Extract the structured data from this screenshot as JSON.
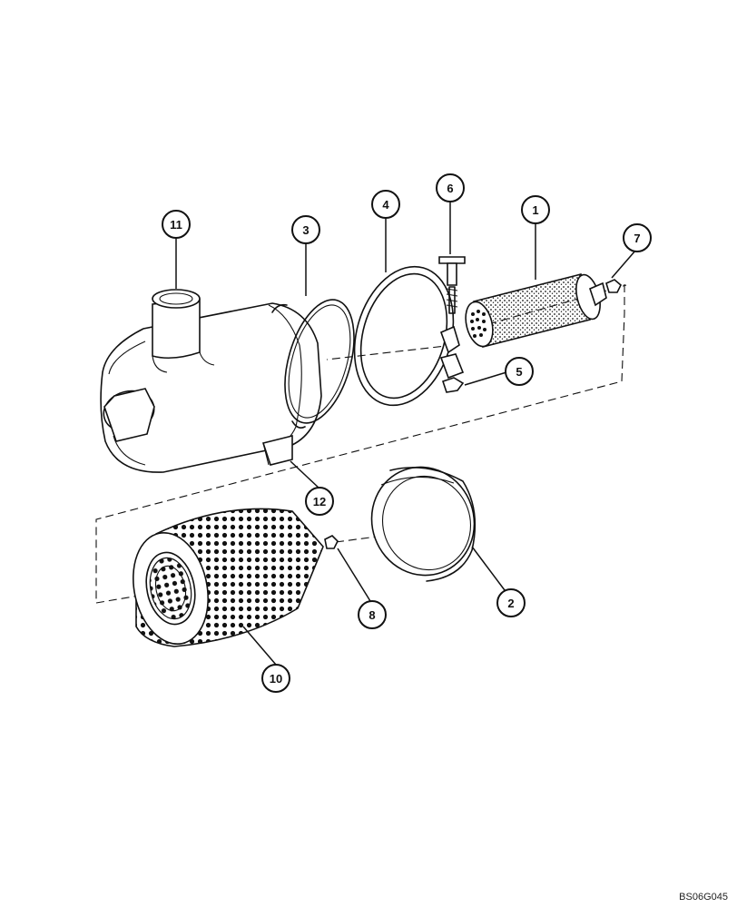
{
  "callouts": [
    {
      "id": "c1",
      "label": "1"
    },
    {
      "id": "c2",
      "label": "2"
    },
    {
      "id": "c3",
      "label": "3"
    },
    {
      "id": "c4",
      "label": "4"
    },
    {
      "id": "c5",
      "label": "5"
    },
    {
      "id": "c6",
      "label": "6"
    },
    {
      "id": "c7",
      "label": "7"
    },
    {
      "id": "c8",
      "label": "8"
    },
    {
      "id": "c10",
      "label": "10"
    },
    {
      "id": "c11",
      "label": "11"
    },
    {
      "id": "c12",
      "label": "12"
    }
  ],
  "reference_code": "BS06G045"
}
